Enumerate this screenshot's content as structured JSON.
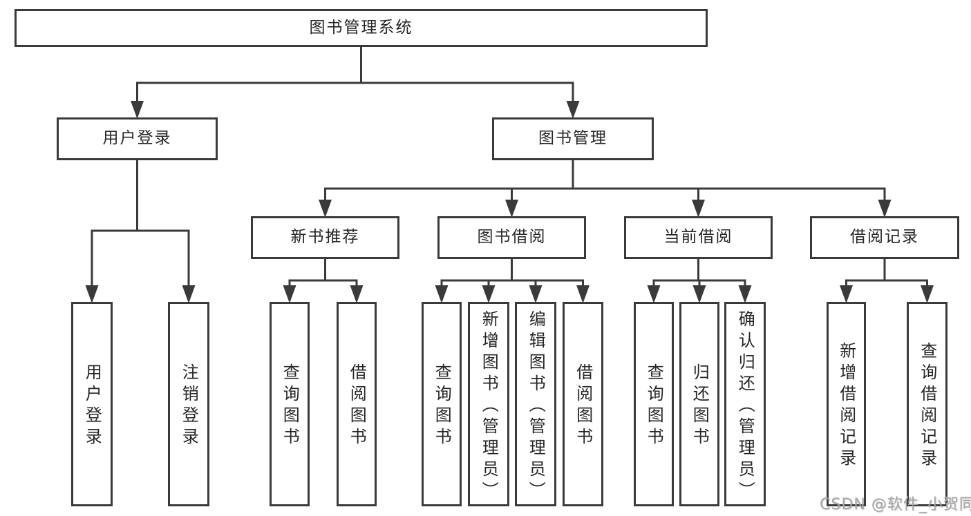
{
  "colors": {
    "line": "#3a3a3a",
    "box_border": "#3a3a3a",
    "text": "#262626",
    "background": "#ffffff",
    "watermark": "#a8a8a8"
  },
  "watermark": {
    "text": "CSDN @软件_小贺同学"
  },
  "tree": {
    "root": {
      "label": "图书管理系统"
    },
    "level2": [
      {
        "label": "用户登录",
        "children": [
          {
            "label": "用户登录"
          },
          {
            "label": "注销登录"
          }
        ]
      },
      {
        "label": "图书管理"
      }
    ],
    "level3": [
      {
        "label": "新书推荐",
        "children": [
          {
            "label": "查询图书"
          },
          {
            "label": "借阅图书"
          }
        ]
      },
      {
        "label": "图书借阅",
        "children": [
          {
            "label": "查询图书"
          },
          {
            "label": "新增图书（管理员）"
          },
          {
            "label": "编辑图书（管理员）"
          },
          {
            "label": "借阅图书"
          }
        ]
      },
      {
        "label": "当前借阅",
        "children": [
          {
            "label": "查询图书"
          },
          {
            "label": "归还图书"
          },
          {
            "label": "确认归还（管理员）"
          }
        ]
      },
      {
        "label": "借阅记录",
        "children": [
          {
            "label": "新增借阅记录"
          },
          {
            "label": "查询借阅记录"
          }
        ]
      }
    ]
  }
}
